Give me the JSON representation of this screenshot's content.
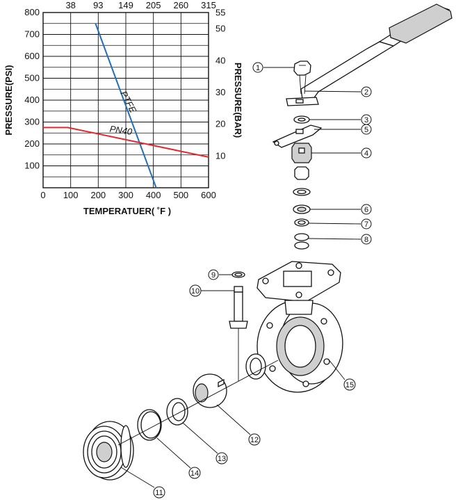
{
  "chart_data": {
    "type": "line",
    "ylabel": "PRESSURE(PSI)",
    "y2label": "PRESSURE(BAR)",
    "xlabel": "TEMPERATUER( ˚F )",
    "x_ticks": [
      "0",
      "100",
      "200",
      "300",
      "400",
      "500",
      "600"
    ],
    "x2_ticks": [
      "38",
      "93",
      "149",
      "205",
      "260",
      "315"
    ],
    "y_ticks": [
      "100",
      "200",
      "300",
      "400",
      "500",
      "600",
      "700",
      "800"
    ],
    "y2_ticks": [
      "10",
      "20",
      "30",
      "40",
      "50",
      "55"
    ],
    "xlim": [
      0,
      600
    ],
    "ylim": [
      0,
      800
    ],
    "grid": true,
    "series": [
      {
        "name": "PTFE",
        "color": "#1f6fb8",
        "x": [
          190,
          410
        ],
        "y": [
          750,
          0
        ]
      },
      {
        "name": "PN40",
        "color": "#e8262c",
        "x": [
          0,
          90,
          600
        ],
        "y": [
          275,
          275,
          140
        ]
      }
    ]
  },
  "callouts": [
    "1",
    "2",
    "3",
    "5",
    "4",
    "6",
    "7",
    "8",
    "9",
    "10",
    "15",
    "12",
    "13",
    "14",
    "11"
  ]
}
